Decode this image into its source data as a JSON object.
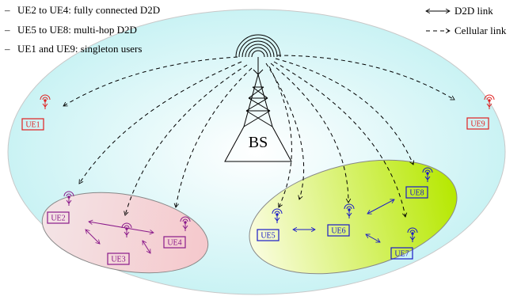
{
  "legend_left": [
    "UE2 to UE4: fully connected D2D",
    "UE5 to UE8: multi-hop D2D",
    "UE1 and UE9: singleton users"
  ],
  "legend_right": [
    {
      "label": "D2D link",
      "style": "solid-double-arrow"
    },
    {
      "label": "Cellular link",
      "style": "dashed-arrow"
    }
  ],
  "base_station": {
    "label": "BS"
  },
  "users": [
    {
      "id": "ue1",
      "label": "UE1",
      "group": "singleton"
    },
    {
      "id": "ue2",
      "label": "UE2",
      "group": "fully-connected"
    },
    {
      "id": "ue3",
      "label": "UE3",
      "group": "fully-connected"
    },
    {
      "id": "ue4",
      "label": "UE4",
      "group": "fully-connected"
    },
    {
      "id": "ue5",
      "label": "UE5",
      "group": "multi-hop"
    },
    {
      "id": "ue6",
      "label": "UE6",
      "group": "multi-hop"
    },
    {
      "id": "ue7",
      "label": "UE7",
      "group": "multi-hop"
    },
    {
      "id": "ue8",
      "label": "UE8",
      "group": "multi-hop"
    },
    {
      "id": "ue9",
      "label": "UE9",
      "group": "singleton"
    }
  ],
  "colors": {
    "singleton": "#e02020",
    "fully-connected": "#8a1a8a",
    "multi-hop": "#1a1ac8"
  }
}
